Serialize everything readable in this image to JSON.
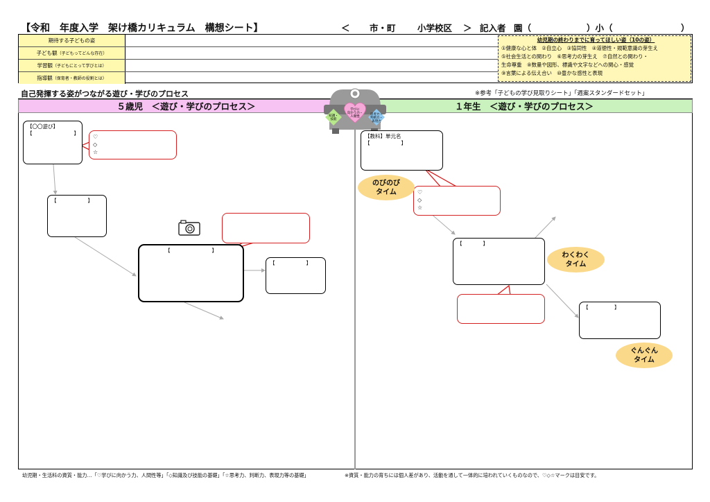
{
  "header": {
    "title": "【令和　年度入学　架け橋カリキュラム　構想シート】",
    "open_bracket": "＜",
    "city": "市・町",
    "school_district": "小学校区",
    "close_bracket": "＞",
    "recorder": "記入者",
    "kindergarten": "園（",
    "elementary": "）小（",
    "end_paren": "）"
  },
  "table": {
    "rows": [
      {
        "label": "期待する子どもの姿",
        "sub": ""
      },
      {
        "label": "子ども観",
        "sub": "（子どもってどんな存在）"
      },
      {
        "label": "学習観",
        "sub": "（子どもにとって学びとは）"
      },
      {
        "label": "指導観",
        "sub": "（保育者・教師の役割とは）"
      }
    ]
  },
  "goals": {
    "title": "幼児期の終わりまでに育ってほしい姿（10の姿）",
    "line1": "①健康な心と体　②自立心　③協同性　④道徳性・規範意識の芽生え",
    "line2": "⑤社会生活との関わり　⑥思考力の芽生え　⑦自然との関わり・",
    "line3": "生命尊重　⑧数量や図形、標識や文字などへの関心・感覚",
    "line4": "⑨言葉による伝え合い　⑩豊かな感性と表現"
  },
  "section": {
    "title": "自己発揮する姿がつながる遊び・学びのプロセス",
    "reference": "※参考「子どもの学び見取りシート」「週案スタンダードセット」"
  },
  "left_band": "５歳児　＜遊び・学びのプロセス＞",
  "right_band": "１年生　＜遊び・学びのプロセス＞",
  "emblem": {
    "center": "学びに\n向かう力・\n人間性",
    "left": "知識・\n技能",
    "right": "思考力・\n判断力・\n表現力"
  },
  "left_cards": {
    "play_card": "【〇〇遊び】\n【　　　　　　　　】",
    "card2": "【　　　　　　】",
    "card3": "【　　　　　　　　】",
    "card4": "【　　　　　　】",
    "speech1": "♡\n◇\n☆"
  },
  "right_cards": {
    "subject_card": "【教科】単元名\n【　　　　　　】",
    "card2": "【　　　　】",
    "card3": "【　　　　　】",
    "speech1": "♡\n◇\n☆"
  },
  "time_labels": {
    "nobinobi": "のびのび\nタイム",
    "wakuwaku": "わくわく\nタイム",
    "gungun": "ぐんぐん\nタイム"
  },
  "footer": {
    "left": "幼児期・生活科の資質・能力…「♡学びに向かう力、人間性等」「◇知識及び技能の基礎」「☆思考力、判断力、表現力等の基礎」",
    "right": "※資質・能力の育ちには個人差があり、活動を通して一体的に培われていくものなので、♡◇☆マークは目安です。"
  },
  "colors": {
    "table_label_bg": "#fff9b0",
    "goals_bg": "#fff7b8",
    "left_band_bg": "#f7c3f2",
    "right_band_bg": "#c9f2bf",
    "speech_border": "#d42020",
    "oval_bg": "#fbd98a"
  }
}
